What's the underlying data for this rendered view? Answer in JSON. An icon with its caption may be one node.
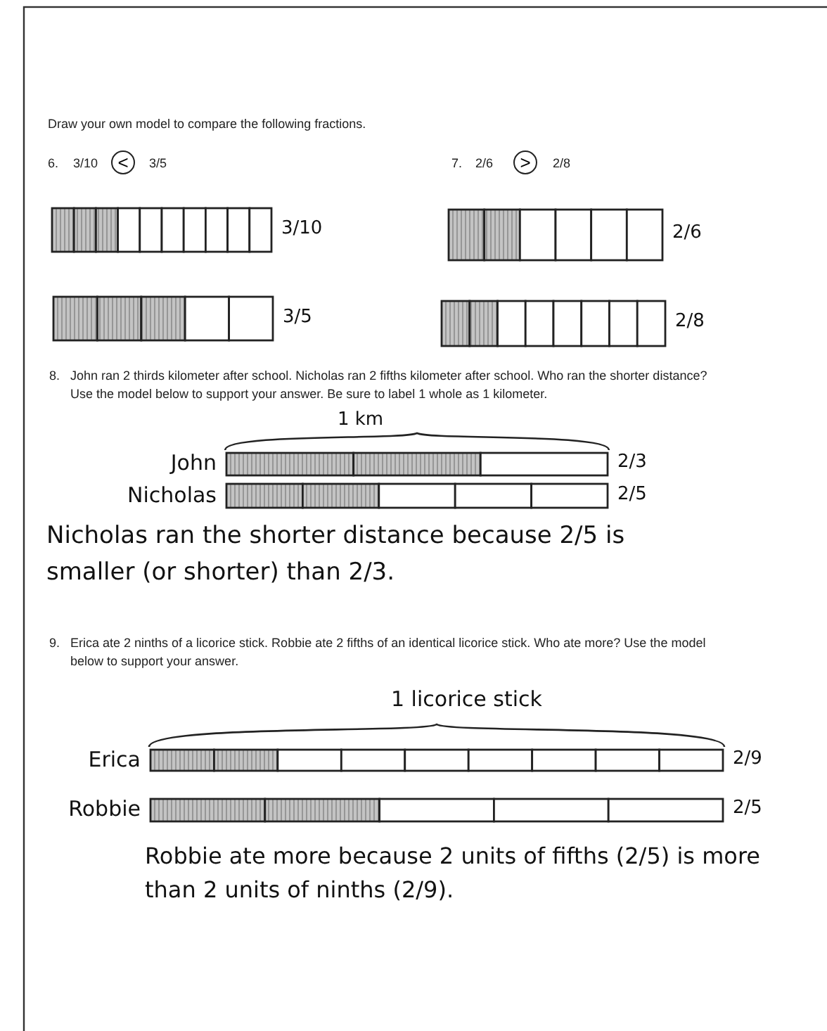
{
  "diagram": {
    "nodes": [
      {
        "text": [
          "<"
        ]
      },
      {
        "text": [
          ">"
        ]
      },
      {
        "text": [],
        "shape": "bar",
        "beside": [
          "3/10"
        ]
      },
      {
        "text": [],
        "shape": "bar",
        "beside": [
          "3/5"
        ]
      },
      {
        "text": [],
        "shape": "bar",
        "beside": [
          "2/6"
        ]
      },
      {
        "text": [],
        "shape": "bar",
        "beside": [
          "2/8"
        ]
      },
      {
        "text": [],
        "shape": "bar",
        "beside": [
          "John",
          "2/3"
        ]
      },
      {
        "text": [],
        "shape": "bar",
        "beside": [
          "Nicholas",
          "2/5"
        ]
      },
      {
        "text": [],
        "shape": "bar",
        "beside": [
          "Erica",
          "2/9"
        ]
      },
      {
        "text": [],
        "shape": "bar",
        "beside": [
          "Robbie",
          "2/5"
        ]
      }
    ],
    "labels": [
      "Draw your own model to compare the following fractions.",
      "6.",
      "3/10",
      "3/5",
      "7.",
      "2/6",
      "2/8",
      "8.",
      "John ran 2 thirds kilometer after school. Nicholas ran 2 fifths kilometer after school. Who ran the shorter distance? Use the model below to support your answer. Be sure to label 1 whole as 1 kilometer.",
      "1 km",
      "Nicholas ran the shorter distance because 2/5 is smaller (or shorter) than 2/3.",
      "9.",
      "Erica ate 2 ninths of a licorice stick. Robbie ate 2 fifths of an identical licorice stick. Who ate more? Use the model below to support your answer.",
      "1 licorice stick",
      "Robbie ate more because 2 units of fifths (2/5) is more than 2 units of ninths (2/9)."
    ]
  }
}
